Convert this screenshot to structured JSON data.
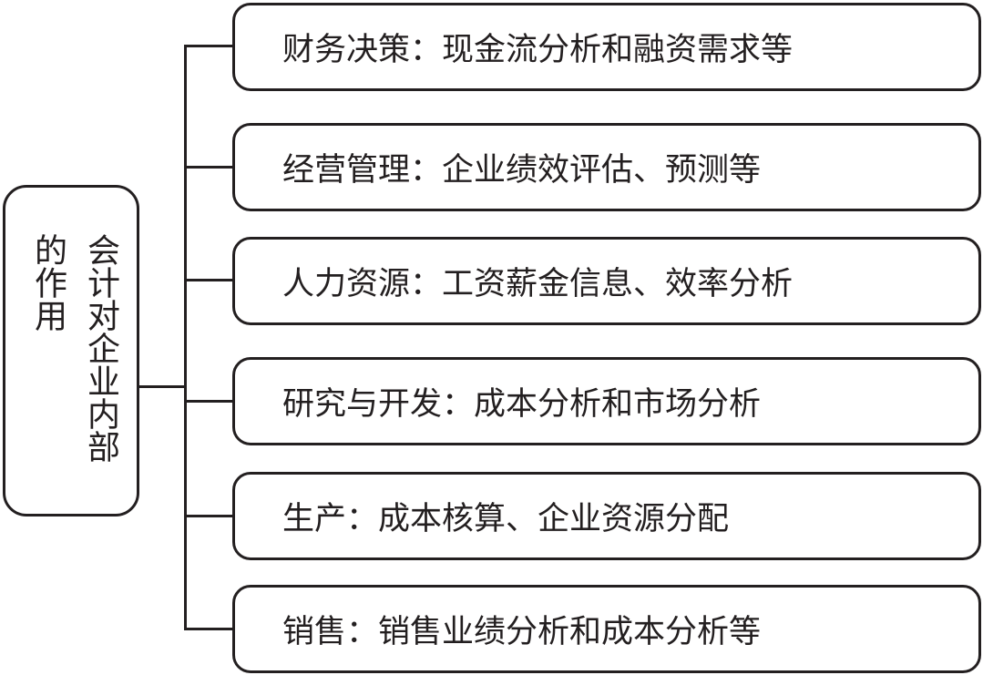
{
  "root": {
    "title_line1": "会计对企业内部",
    "title_line2": "的作用"
  },
  "nodes": [
    {
      "label": "财务决策：现金流分析和融资需求等"
    },
    {
      "label": "经营管理：企业绩效评估、预测等"
    },
    {
      "label": "人力资源：工资薪金信息、效率分析"
    },
    {
      "label": "研究与开发：成本分析和市场分析"
    },
    {
      "label": "生产：成本核算、企业资源分配"
    },
    {
      "label": "销售：销售业绩分析和成本分析等"
    }
  ]
}
